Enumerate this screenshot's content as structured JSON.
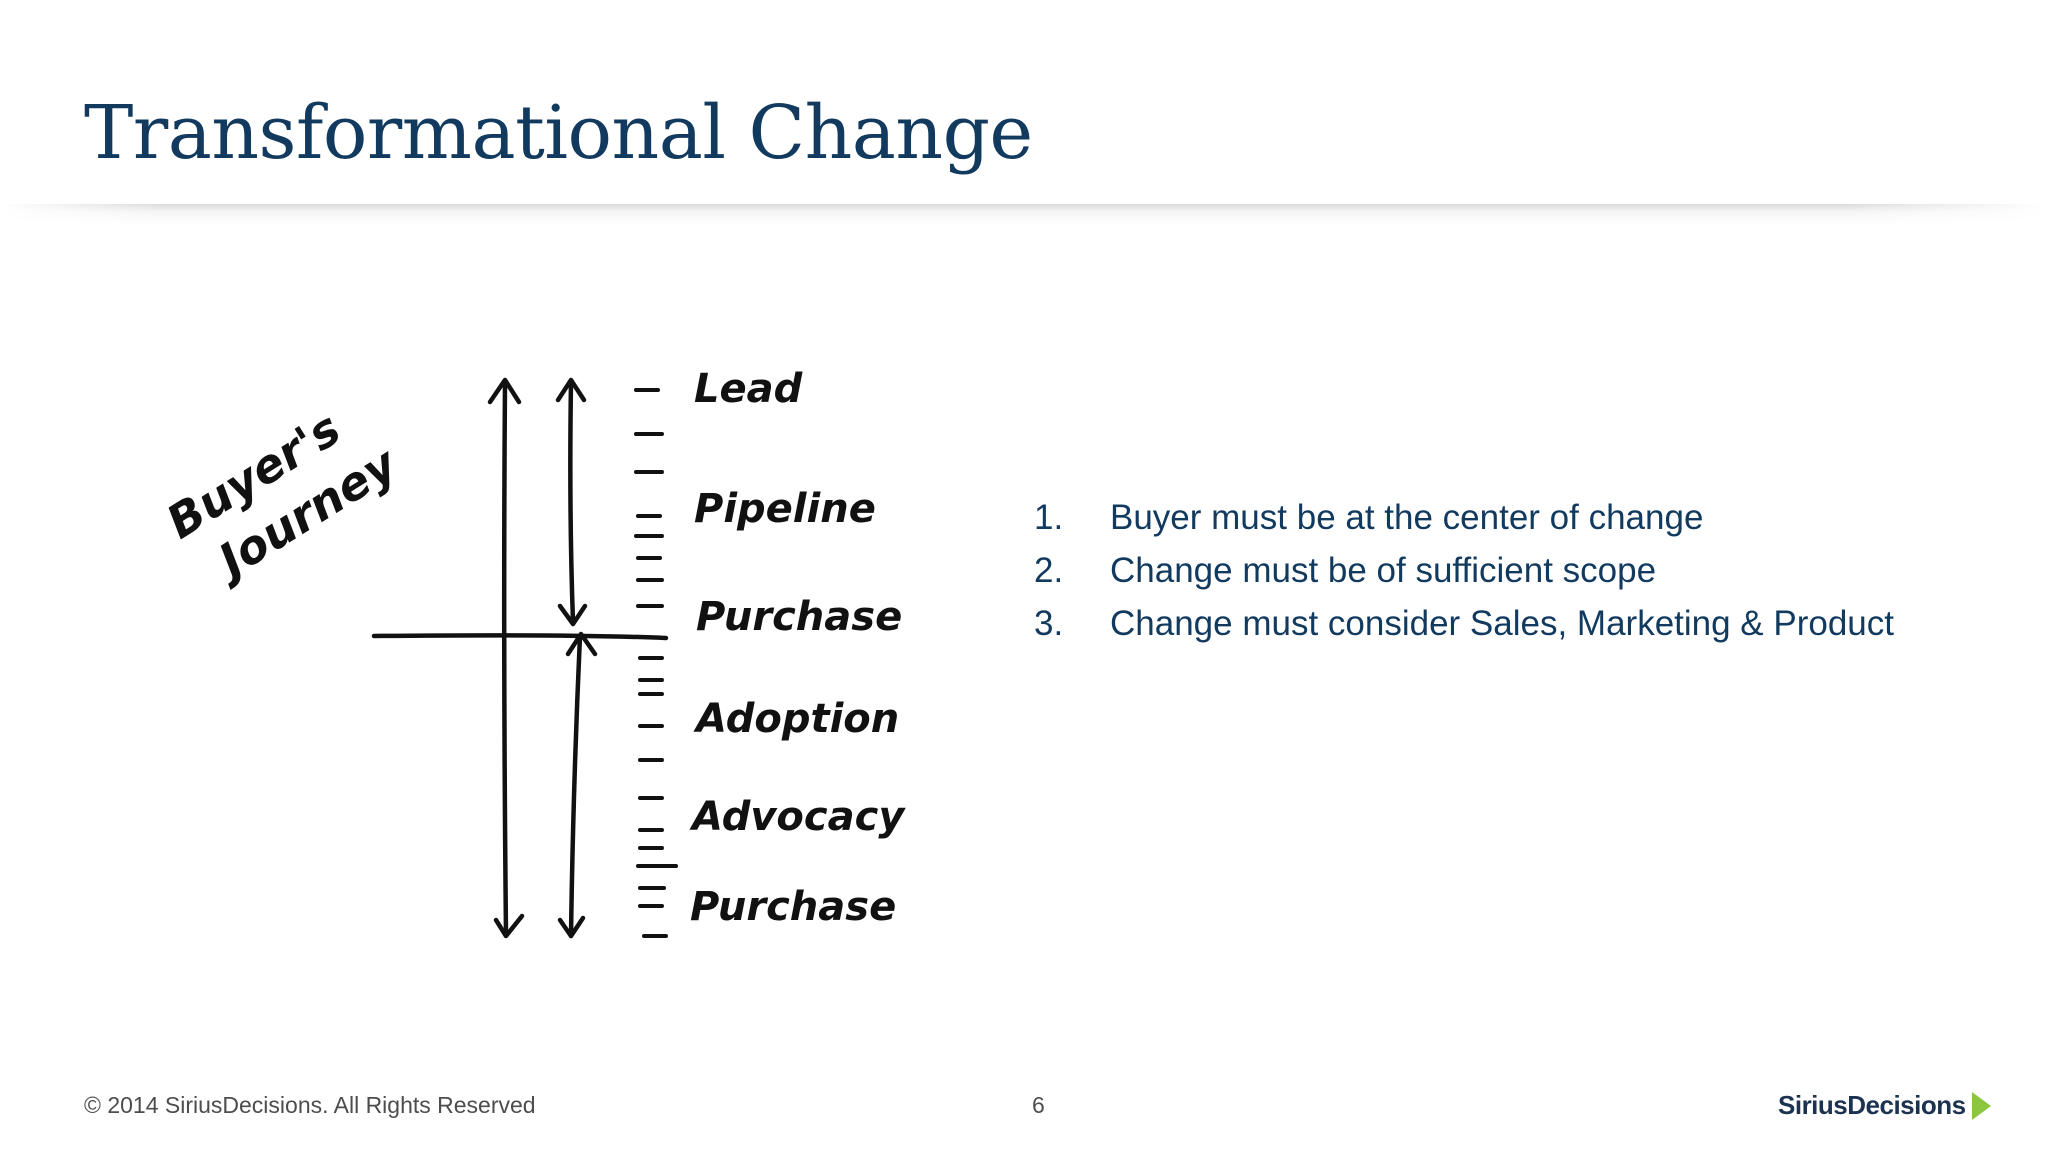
{
  "slide": {
    "title": "Transformational Change"
  },
  "diagram": {
    "side_label_line1": "Buyer's",
    "side_label_line2": "Journey",
    "stages": [
      "Lead",
      "Pipeline",
      "Purchase",
      "Adoption",
      "Advocacy",
      "Purchase"
    ]
  },
  "points": [
    {
      "num": "1.",
      "text": "Buyer must be at the center of change"
    },
    {
      "num": "2.",
      "text": "Change must be of sufficient scope"
    },
    {
      "num": "3.",
      "text": "Change must consider Sales, Marketing & Product"
    }
  ],
  "footer": {
    "copyright": "© 2014 SiriusDecisions. All Rights Reserved",
    "page_number": "6"
  },
  "brand": {
    "logo_text": "SiriusDecisions",
    "arrow_color": "#8cc63f",
    "title_color": "#123a5f"
  }
}
